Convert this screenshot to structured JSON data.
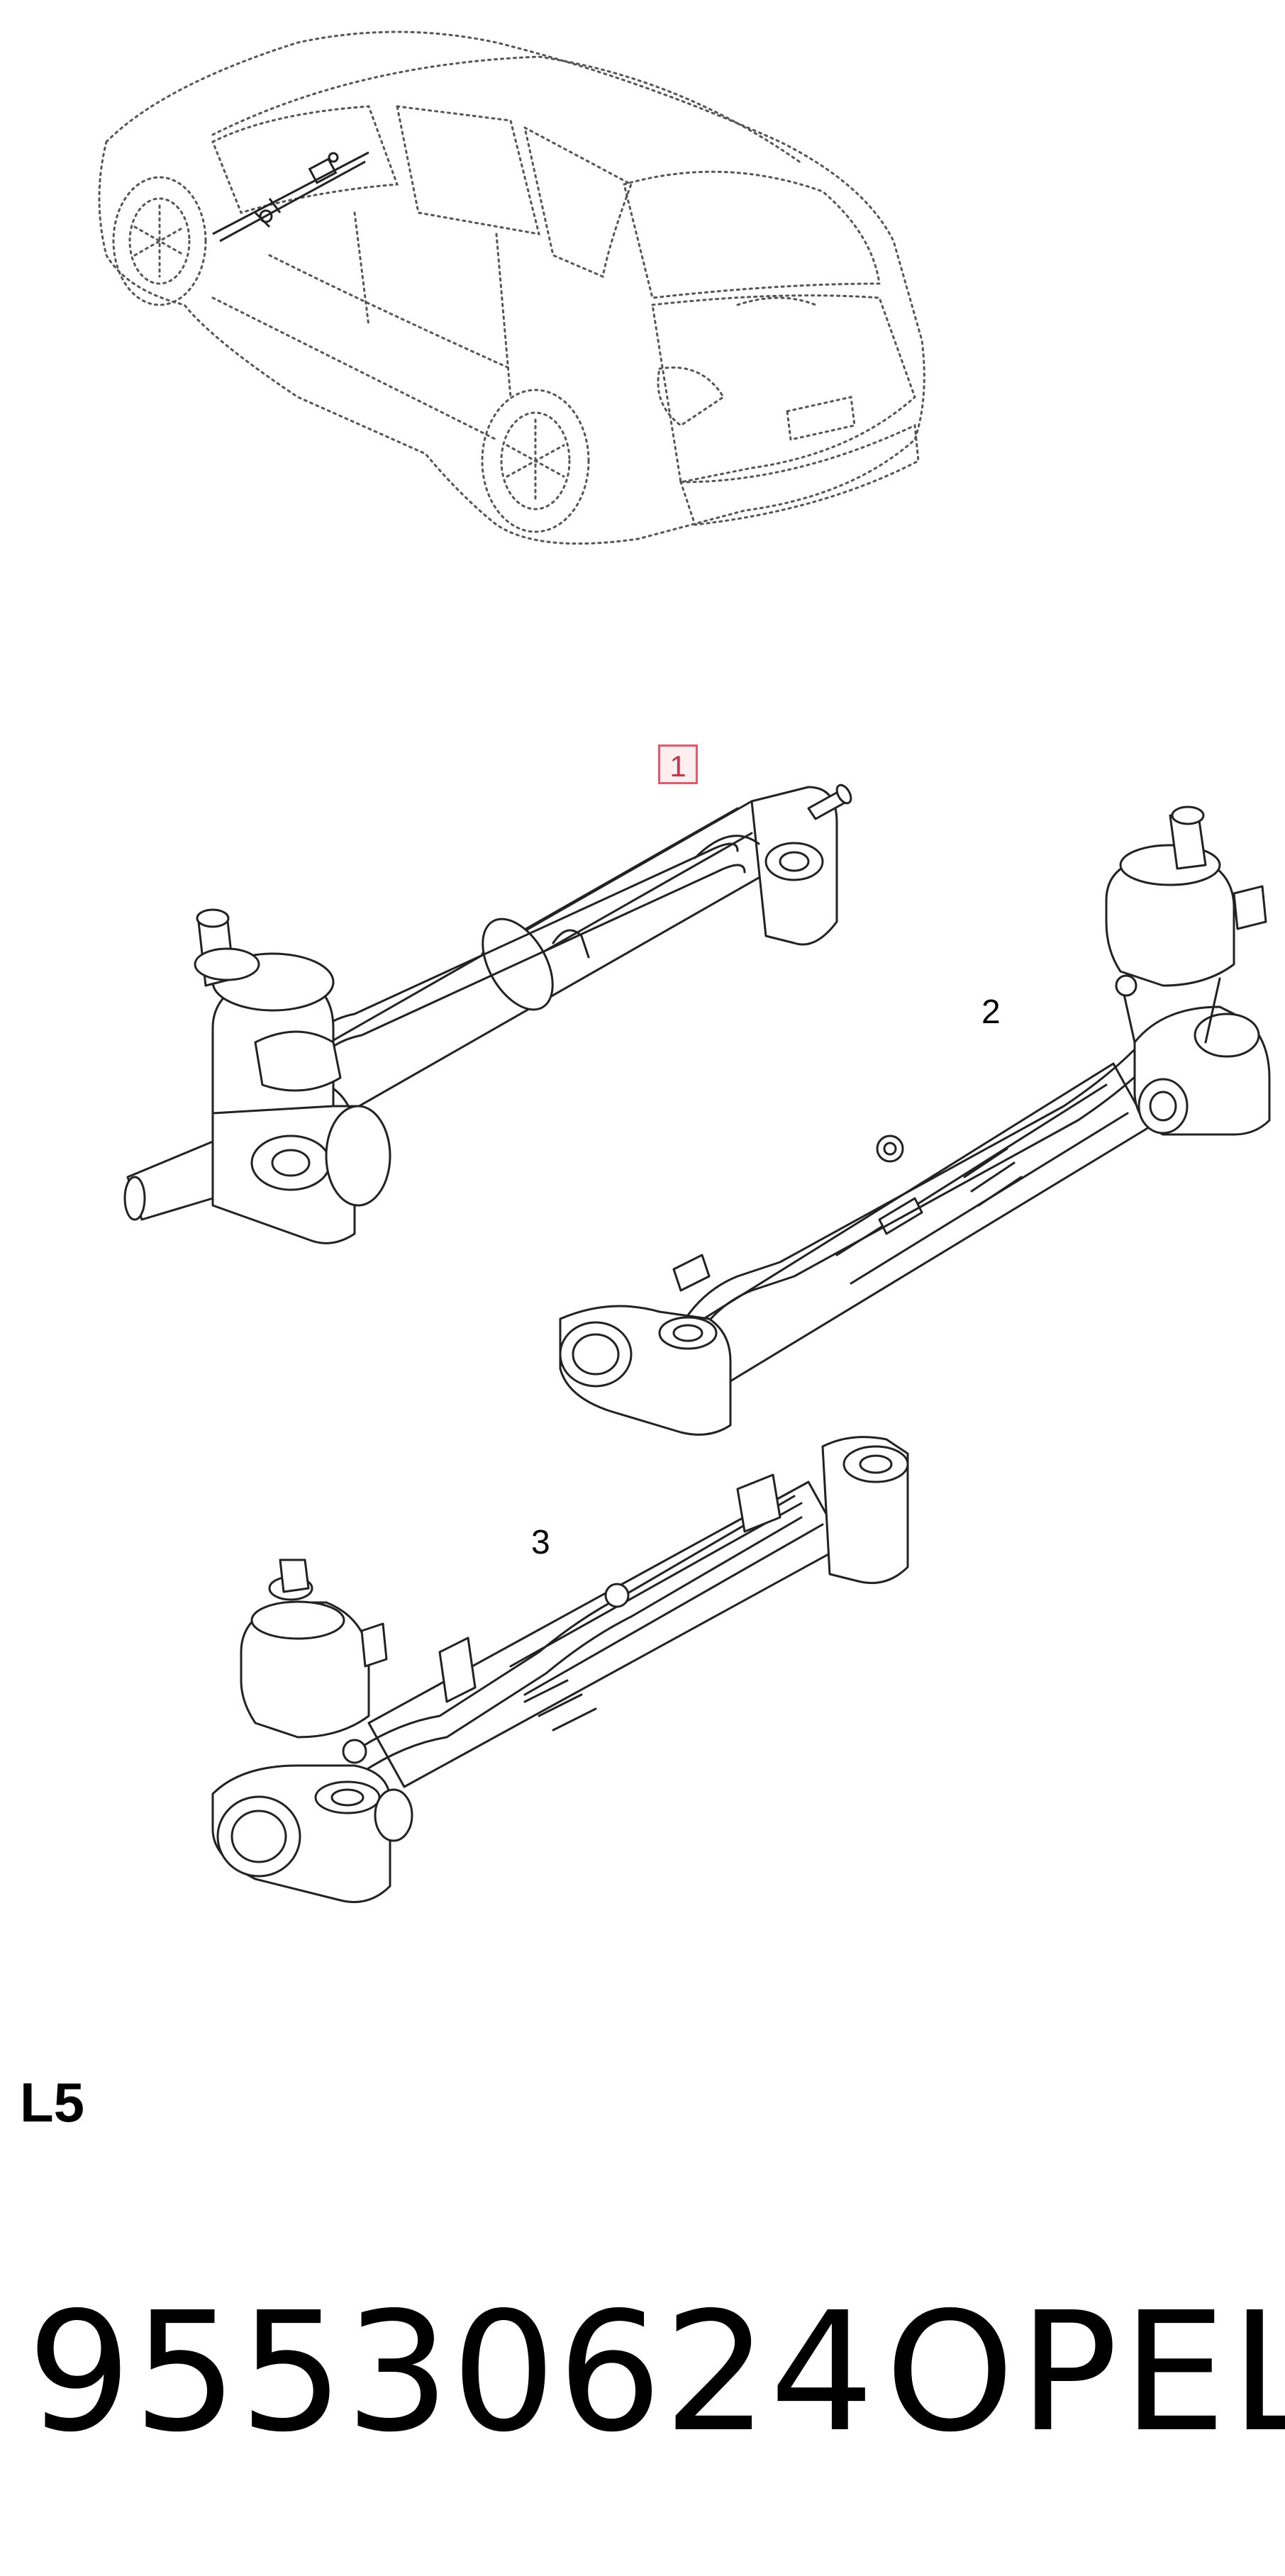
{
  "callouts": [
    "1",
    "2",
    "3"
  ],
  "section_code": "L5",
  "part_number": "95530624",
  "brand": "OPEL",
  "colors": {
    "line": "#222222",
    "dotted": "#555555",
    "highlight_border": "#e05a6a",
    "highlight_fill": "#fdeef0"
  }
}
